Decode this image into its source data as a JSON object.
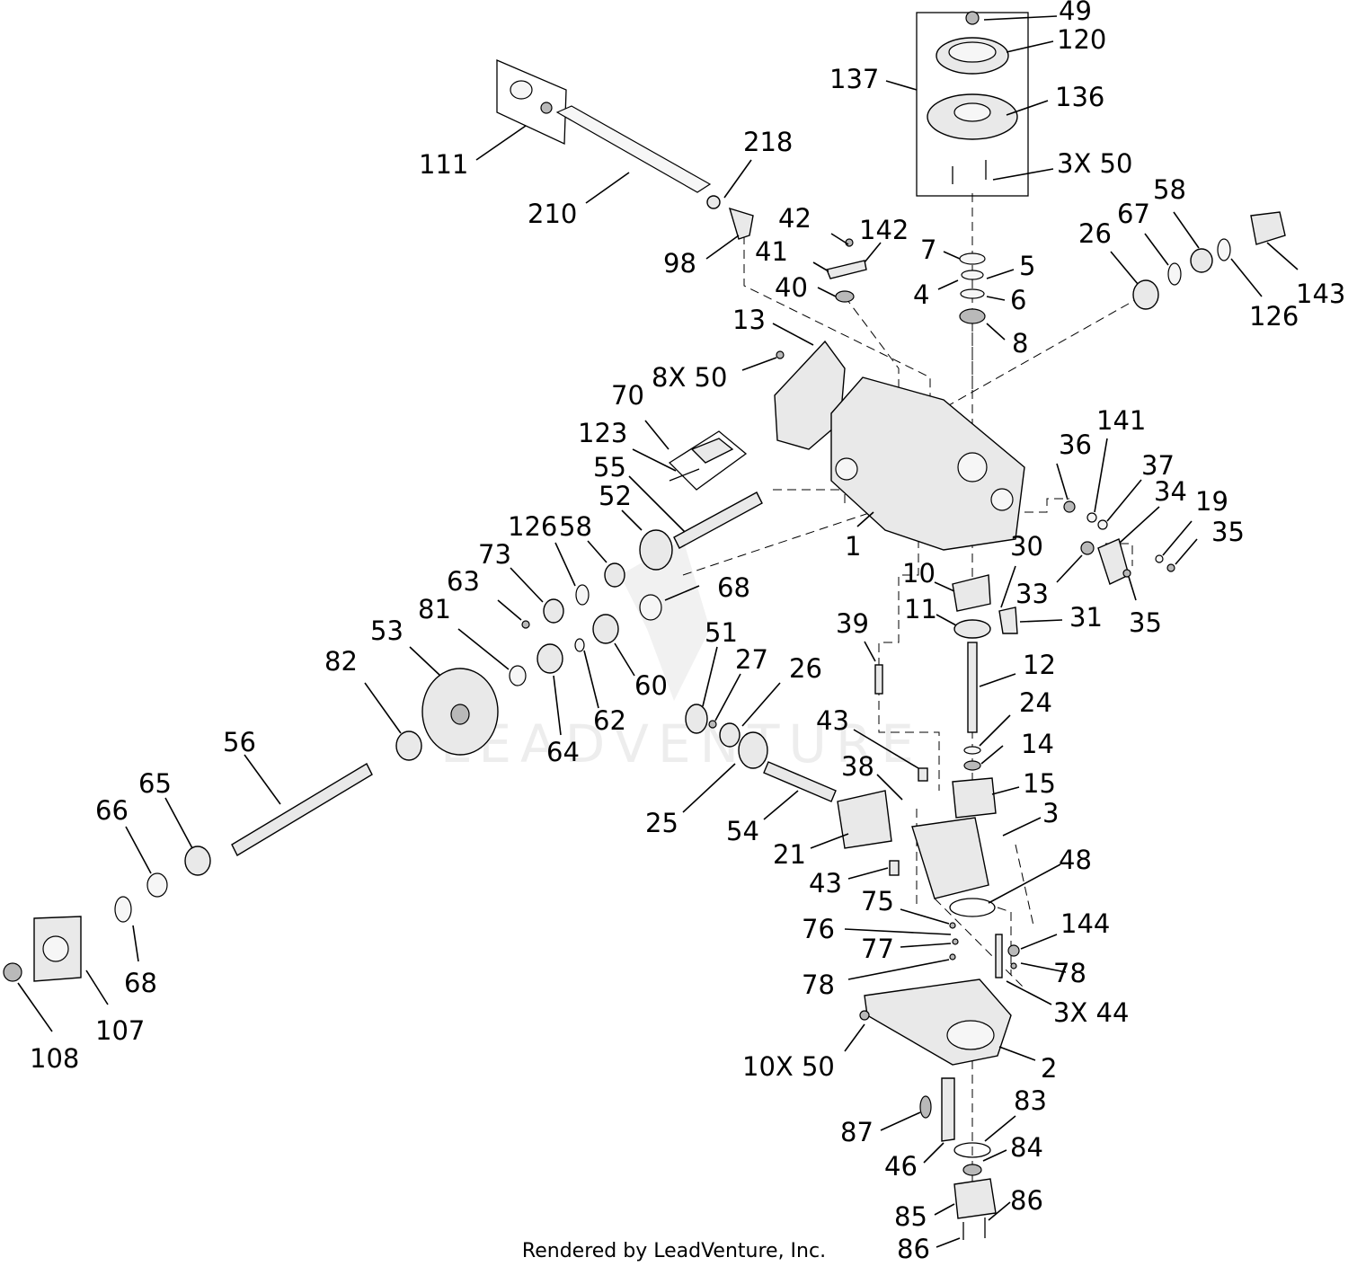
{
  "diagram": {
    "watermark": "LEADVENTURE",
    "footer": "Rendered by LeadVenture, Inc.",
    "labels": [
      "49",
      "120",
      "137",
      "136",
      "3X 50",
      "111",
      "218",
      "210",
      "98",
      "42",
      "142",
      "41",
      "40",
      "7",
      "5",
      "4",
      "6",
      "8",
      "26",
      "67",
      "58",
      "126",
      "143",
      "13",
      "8X 50",
      "70",
      "123",
      "55",
      "52",
      "58",
      "126",
      "73",
      "63",
      "1",
      "36",
      "141",
      "37",
      "34",
      "19",
      "35",
      "33",
      "35",
      "30",
      "10",
      "11",
      "31",
      "68",
      "81",
      "53",
      "82",
      "51",
      "27",
      "26",
      "39",
      "12",
      "24",
      "14",
      "60",
      "62",
      "64",
      "43",
      "38",
      "15",
      "3",
      "56",
      "65",
      "66",
      "25",
      "54",
      "21",
      "43",
      "48",
      "75",
      "76",
      "77",
      "144",
      "78",
      "78",
      "3X 44",
      "68",
      "107",
      "108",
      "10X 50",
      "2",
      "87",
      "83",
      "84",
      "46",
      "85",
      "86",
      "86"
    ]
  }
}
